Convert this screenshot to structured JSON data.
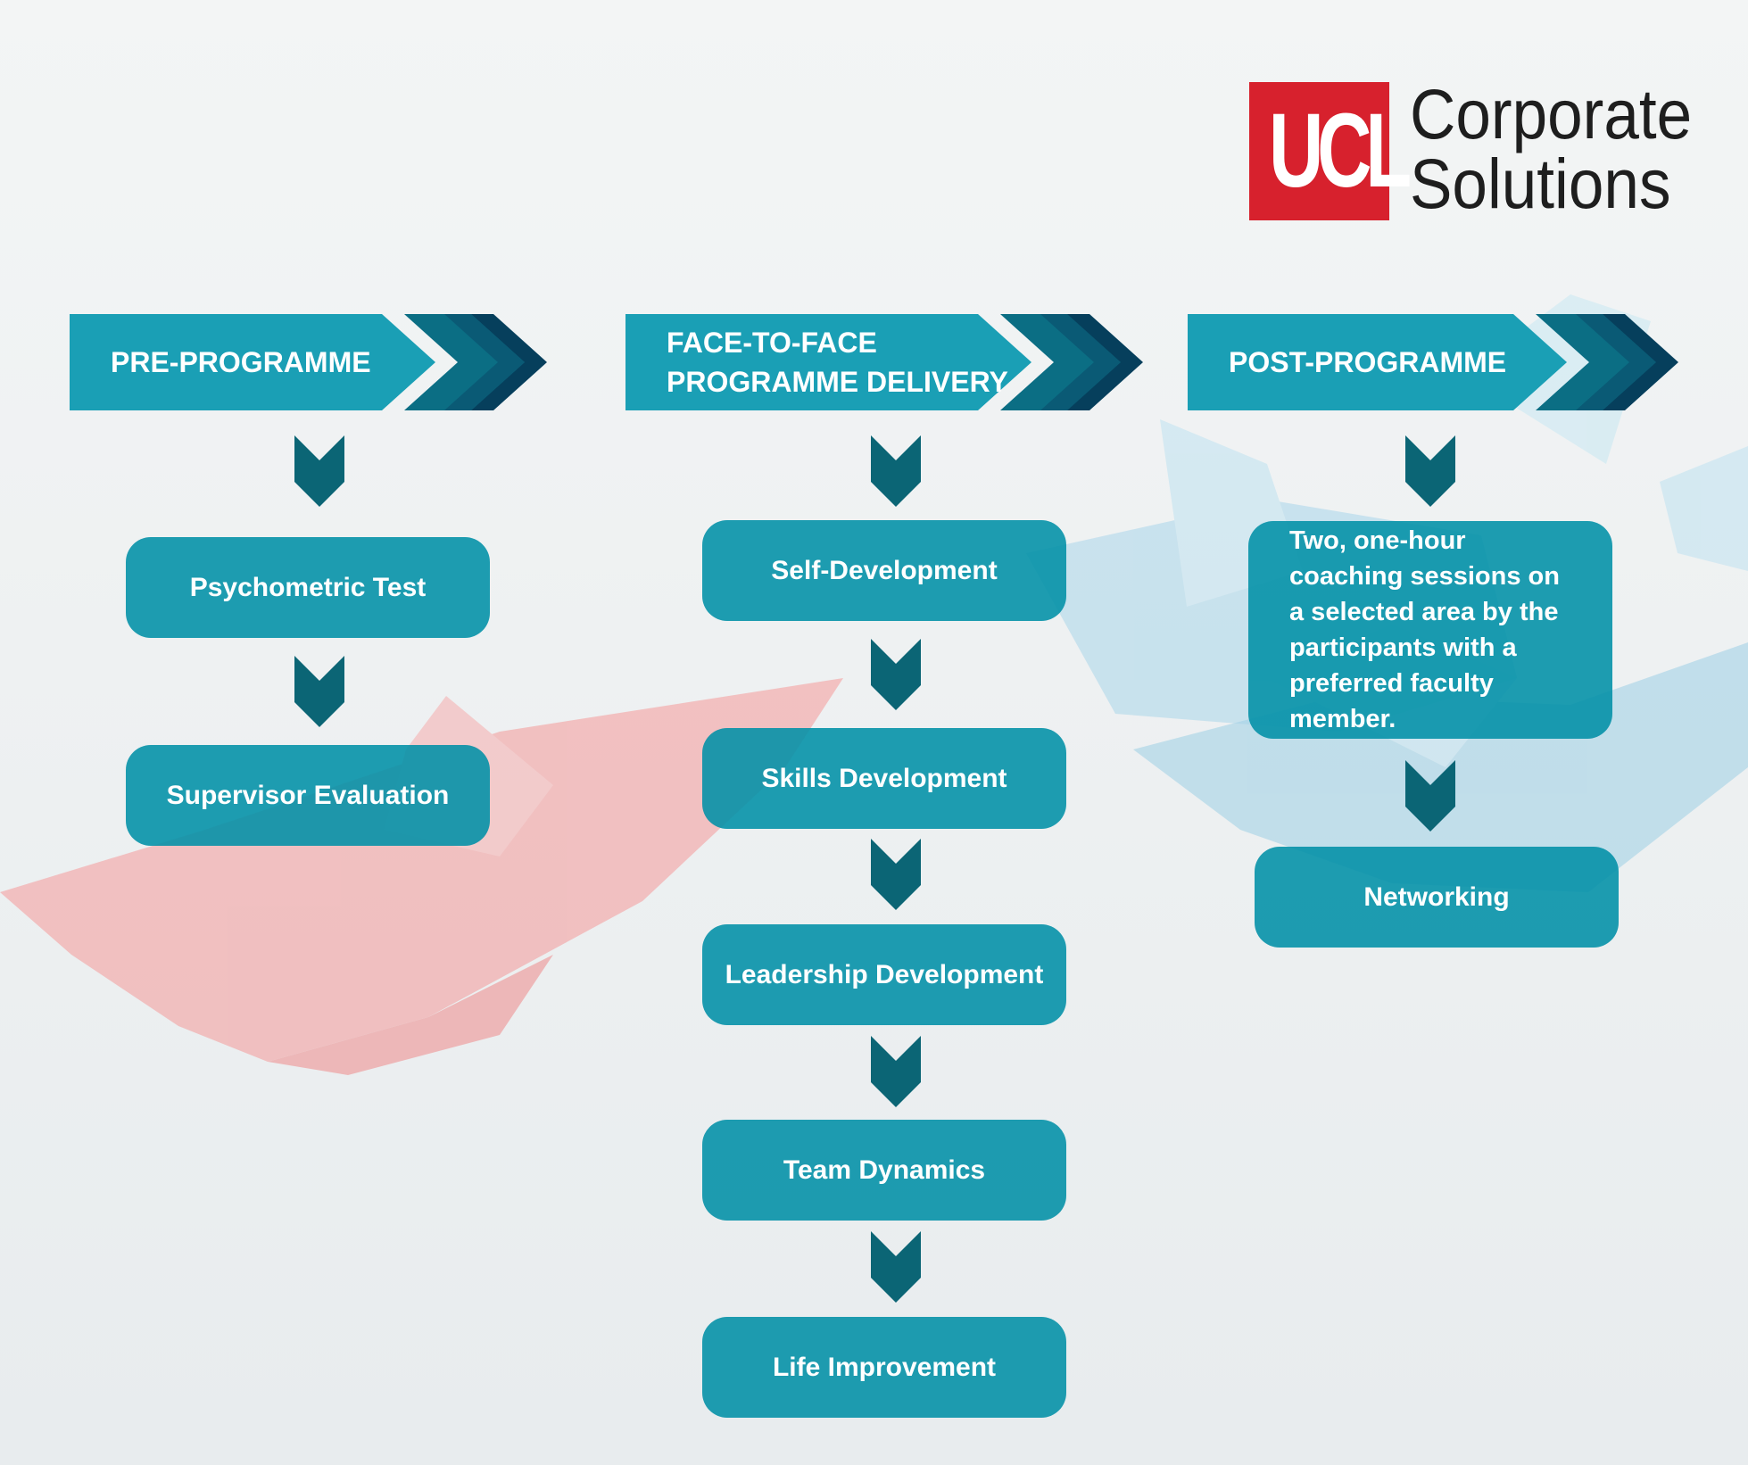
{
  "logo": {
    "mark": "UCL",
    "line1": "Corporate",
    "line2": "Solutions",
    "color": "#d7212d"
  },
  "headers": {
    "pre": "PRE-PROGRAMME",
    "face": "FACE-TO-FACE\nPROGRAMME  DELIVERY",
    "post": "POST-PROGRAMME"
  },
  "steps": {
    "pre": [
      "Psychometric Test",
      "Supervisor Evaluation"
    ],
    "face": [
      "Self-Development",
      "Skills Development",
      "Leadership Development",
      "Team Dynamics",
      "Life Improvement"
    ],
    "post": [
      "Two, one-hour coaching sessions on a selected area by the participants with a preferred faculty member.",
      "Networking"
    ]
  },
  "colors": {
    "box": "#0f9aad",
    "header": "#1a9fb5",
    "chevron_mid": "#0b6e84",
    "chevron_dark": "#063f5c",
    "arrow": "#0b6575"
  }
}
